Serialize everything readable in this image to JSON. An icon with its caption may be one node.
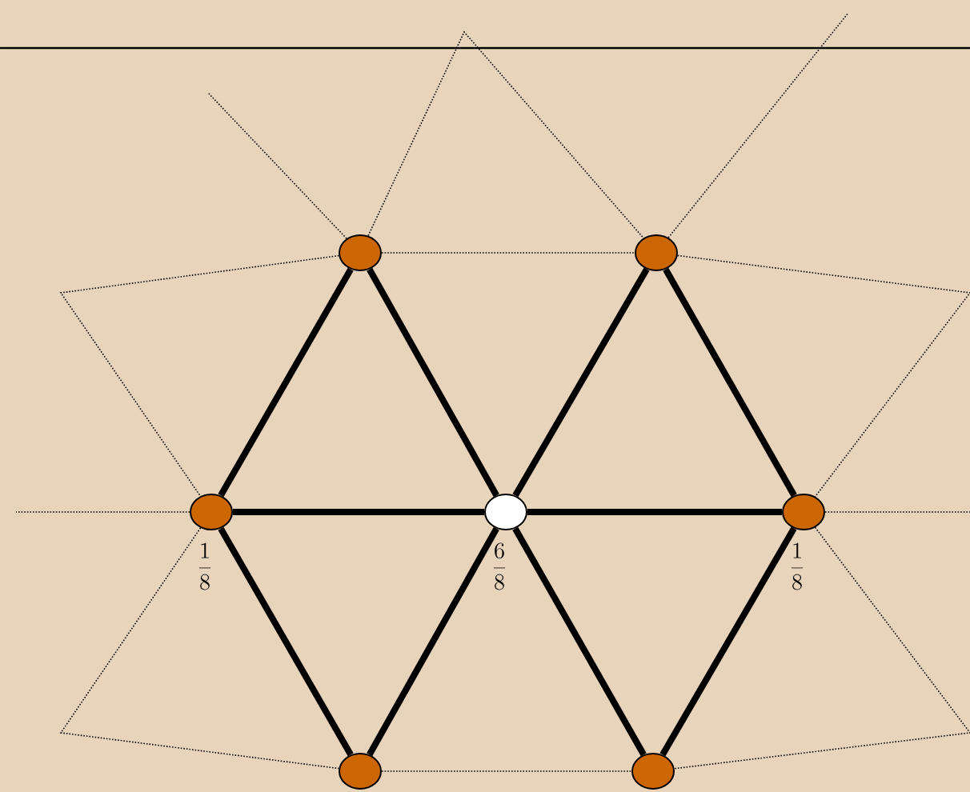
{
  "diagram": {
    "nodes": [
      {
        "text": [],
        "shape": "circle"
      },
      {
        "text": [],
        "shape": "circle"
      },
      {
        "text": [],
        "shape": "circle",
        "beside": [
          "\\frac{1}{8}"
        ]
      },
      {
        "text": [],
        "shape": "circle",
        "beside": [
          "\\frac{6}{8}"
        ]
      },
      {
        "text": [],
        "shape": "circle",
        "beside": [
          "\\frac{1}{8}"
        ]
      },
      {
        "text": [],
        "shape": "circle"
      },
      {
        "text": [],
        "shape": "circle"
      }
    ],
    "edges": [
      {
        "from": 0,
        "to": 2,
        "arrow": "none",
        "style": "thick"
      },
      {
        "from": 0,
        "to": 3,
        "arrow": "none",
        "style": "thick"
      },
      {
        "from": 1,
        "to": 3,
        "arrow": "none",
        "style": "thick"
      },
      {
        "from": 1,
        "to": 4,
        "arrow": "none",
        "style": "thick"
      },
      {
        "from": 2,
        "to": 3,
        "arrow": "none",
        "style": "thick"
      },
      {
        "from": 3,
        "to": 4,
        "arrow": "none",
        "style": "thick"
      },
      {
        "from": 2,
        "to": 5,
        "arrow": "none",
        "style": "thick"
      },
      {
        "from": 3,
        "to": 5,
        "arrow": "none",
        "style": "thick"
      },
      {
        "from": 3,
        "to": 6,
        "arrow": "none",
        "style": "thick"
      },
      {
        "from": 4,
        "to": 6,
        "arrow": "none",
        "style": "thick"
      },
      {
        "from": 0,
        "to": 1,
        "arrow": "none",
        "style": "dashed"
      },
      {
        "from": 0,
        "to": 1,
        "arrow": "none",
        "style": "dashed"
      },
      {
        "from": 0,
        "to": 2,
        "arrow": "none",
        "style": "dashed"
      },
      {
        "from": 1,
        "to": 4,
        "arrow": "none",
        "style": "dashed"
      },
      {
        "from": 2,
        "to": 5,
        "arrow": "none",
        "style": "dashed"
      },
      {
        "from": 4,
        "to": 6,
        "arrow": "none",
        "style": "dashed"
      },
      {
        "from": 5,
        "to": 6,
        "arrow": "none",
        "style": "dashed"
      },
      {
        "from": 0,
        "to": null,
        "arrow": "none",
        "style": "dashed"
      },
      {
        "from": 1,
        "to": null,
        "arrow": "none",
        "style": "dashed"
      },
      {
        "from": 2,
        "to": null,
        "arrow": "none",
        "style": "dashed"
      },
      {
        "from": 4,
        "to": null,
        "arrow": "none",
        "style": "dashed"
      }
    ]
  }
}
